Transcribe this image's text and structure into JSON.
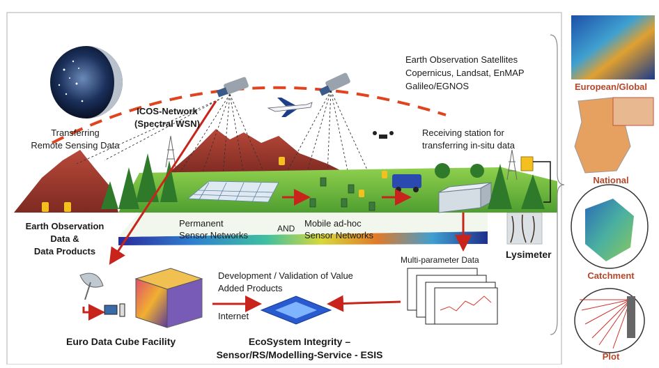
{
  "satellites": {
    "title": "Earth Observation Satellites",
    "line1": "Copernicus, Landsat, EnMAP",
    "line2": "Galileo/EGNOS"
  },
  "icos": {
    "line1": "ICOS-Network",
    "line2": "(Spectral WSN)"
  },
  "transfer_rs": {
    "line1": "Transferring",
    "line2": "Remote Sensing Data"
  },
  "receiving": {
    "line1": "Receiving station for",
    "line2": "transferring in-situ data"
  },
  "eo_data": {
    "line1": "Earth Observation",
    "line2": "Data &",
    "line3": "Data Products"
  },
  "sensors": {
    "perm1": "Permanent",
    "perm2": "Sensor Networks",
    "and": "AND",
    "mob1": "Mobile ad-hoc",
    "mob2": "Sensor Networks"
  },
  "lysimeter": "Lysimeter",
  "multi_param": "Multi-parameter Data",
  "dev_val": {
    "line1": "Development / Validation of Value",
    "line2": "Added Products"
  },
  "internet": "Internet",
  "edc": "Euro Data Cube Facility",
  "esis": {
    "line1": "EcoSystem Integrity –",
    "line2": "Sensor/RS/Modelling-Service - ESIS"
  },
  "scales": {
    "european": "European/Global",
    "national": "National",
    "catchment": "Catchment",
    "plot": "Plot"
  },
  "colors": {
    "scale_label": "#b5462a",
    "arrow_red": "#c8241b",
    "grass": "#5aae3c",
    "mountain": "#9e3a2e"
  }
}
